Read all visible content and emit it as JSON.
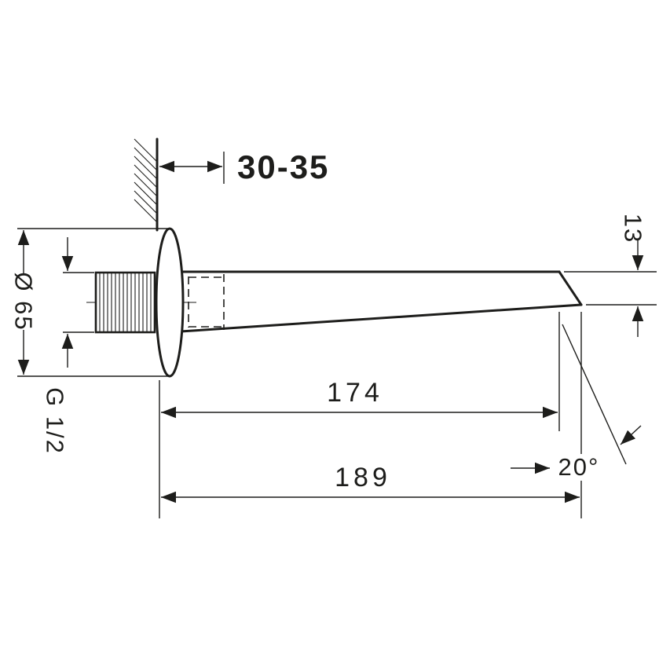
{
  "drawing": {
    "background": "#ffffff",
    "ink_color": "#1d1d1b",
    "subject": "wall-mounted-bath-spout-dimension-drawing",
    "dimensions": {
      "wall_adjustment_range": "30-35",
      "escutcheon_diameter": "Ø 65",
      "thread_size": "G 1/2",
      "spout_tip_height": "13",
      "length_to_tip": "174",
      "overall_length": "189",
      "spout_angle": "20°"
    }
  }
}
